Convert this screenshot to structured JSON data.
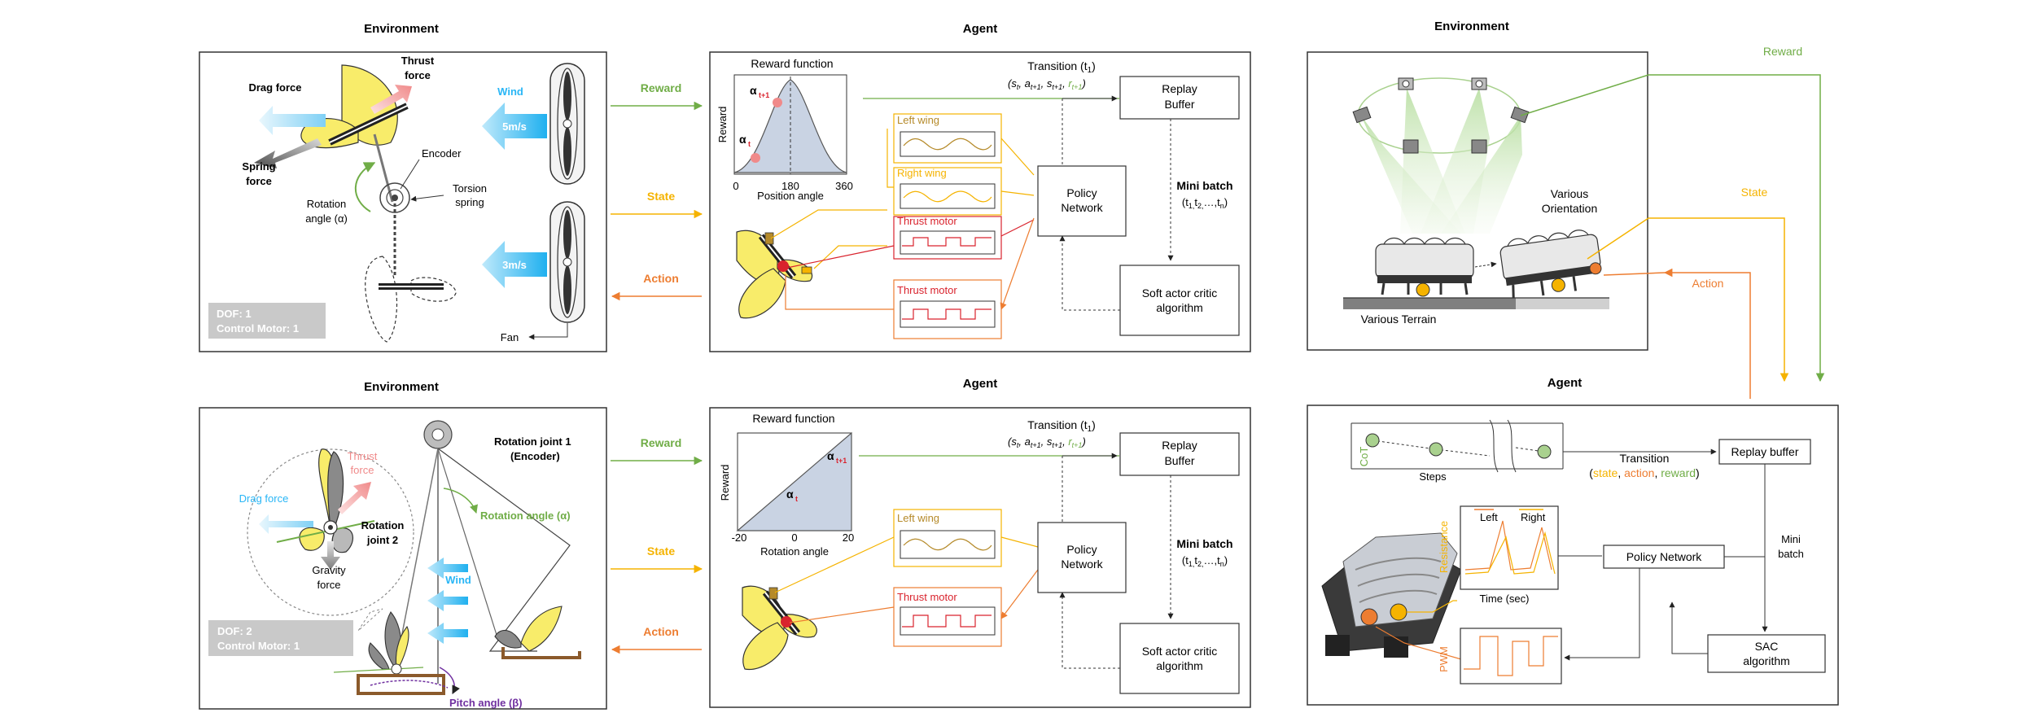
{
  "colors": {
    "reward": "#70ad47",
    "state": "#f5b300",
    "action": "#ed7d31",
    "thrust_motor": "#d9232d",
    "wind": "#29b6f6",
    "pitch": "#7030a0",
    "rotation_angle": "#70ad47",
    "wing_fill": "#f8ec6a",
    "curve_fill": "#c9d3e3",
    "panel_gray": "#c9c9c9"
  },
  "top_left": {
    "env_title": "Environment",
    "drag_force": "Drag force",
    "thrust_force_1": "Thrust",
    "thrust_force_2": "force",
    "spring_force_1": "Spring",
    "spring_force_2": "force",
    "encoder": "Encoder",
    "torsion_spring_1": "Torsion",
    "torsion_spring_2": "spring",
    "rotation_angle_1": "Rotation",
    "rotation_angle_2": "angle (α)",
    "wind": "Wind",
    "wind_speed_1": "5m/s",
    "wind_speed_2": "3m/s",
    "fan": "Fan",
    "dof": "DOF: 1",
    "control_motor": "Control Motor: 1",
    "reward": "Reward",
    "state": "State",
    "action": "Action",
    "agent_title": "Agent",
    "reward_function": "Reward function",
    "reward_axis": "Reward",
    "x_axis": "Position angle",
    "ticks": [
      "0",
      "180",
      "360"
    ],
    "alpha": "α",
    "sub_t1": "t+1",
    "sub_t": "t",
    "transition_1": "Transition  (t",
    "transition_sub": "1",
    "transition_2": ")",
    "tuple_s": "s",
    "tuple_a": "a",
    "tuple_r": "r",
    "replay_1": "Replay",
    "replay_2": "Buffer",
    "left_wing": "Left wing",
    "right_wing": "Right wing",
    "thrust_motor": "Thrust motor",
    "policy_1": "Policy",
    "policy_2": "Network",
    "mini_batch": "Mini batch",
    "mini_batch_tuple": "(t",
    "sac_1": "Soft actor critic",
    "sac_2": "algorithm"
  },
  "bottom_left": {
    "env_title": "Environment",
    "thrust_force_1": "Thrust",
    "thrust_force_2": "force",
    "drag_force": "Drag force",
    "rotation_joint2_1": "Rotation",
    "rotation_joint2_2": "joint 2",
    "gravity_1": "Gravity",
    "gravity_2": "force",
    "rotation_joint1_1": "Rotation joint 1",
    "rotation_joint1_2": "(Encoder)",
    "rotation_angle": "Rotation angle (α)",
    "wind": "Wind",
    "pitch_angle": "Pitch angle (β)",
    "dof": "DOF: 2",
    "control_motor": "Control Motor: 1",
    "reward": "Reward",
    "state": "State",
    "action": "Action",
    "agent_title": "Agent",
    "reward_function": "Reward function",
    "reward_axis": "Reward",
    "x_axis": "Rotation angle",
    "ticks": [
      "-20",
      "0",
      "20"
    ],
    "transition_1": "Transition  (t",
    "replay_1": "Replay",
    "replay_2": "Buffer",
    "left_wing": "Left wing",
    "thrust_motor": "Thrust motor",
    "policy_1": "Policy",
    "policy_2": "Network",
    "mini_batch": "Mini batch",
    "sac_1": "Soft actor critic",
    "sac_2": "algorithm"
  },
  "right": {
    "env_title": "Environment",
    "reward": "Reward",
    "state": "State",
    "action": "Action",
    "various_orientation_1": "Various",
    "various_orientation_2": "Orientation",
    "various_terrain": "Various Terrain",
    "agent_title": "Agent",
    "cot": "CoT",
    "steps": "Steps",
    "transition": "Transition",
    "trans_state": "state",
    "trans_action": "action",
    "trans_reward": "reward",
    "replay_buffer": "Replay buffer",
    "mini_1": "Mini",
    "mini_2": "batch",
    "resistance": "Resistance",
    "left": "Left",
    "right": "Right",
    "time": "Time (sec)",
    "policy_network": "Policy Network",
    "pwm": "PWM",
    "sac_1": "SAC",
    "sac_2": "algorithm"
  }
}
